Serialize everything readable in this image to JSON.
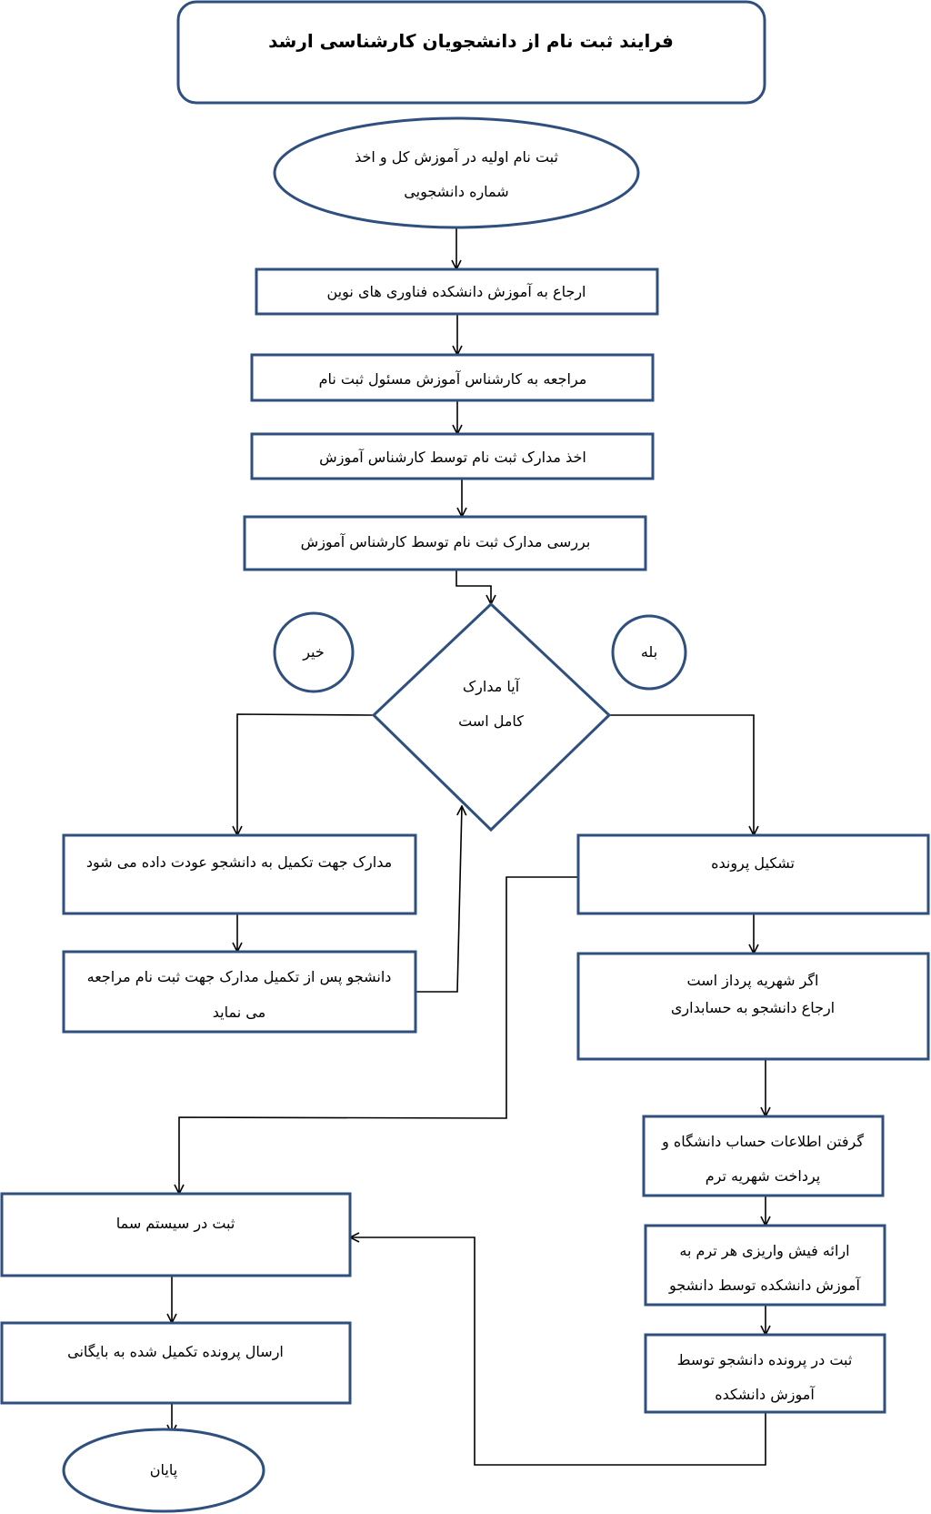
{
  "title": "فرایند ثبت نام از دانشجویان کارشناسی ارشد",
  "colors": {
    "border": "#2f4f7f",
    "arrow": "#000000",
    "text": "#000000",
    "background": "#ffffff"
  },
  "nodes": {
    "start": [
      "ثبت نام اولیه در آموزش کل و اخذ",
      "شماره دانشجویی"
    ],
    "step1": [
      "ارجاع به آموزش دانشکده فناوری های نوین"
    ],
    "step2": [
      "مراجعه به کارشناس آموزش مسئول ثبت نام"
    ],
    "step3": [
      "اخذ مدارک ثبت نام توسط کارشناس آموزش"
    ],
    "step4": [
      "بررسی مدارک ثبت نام توسط کارشناس آموزش"
    ],
    "decision": [
      "آیا مدارک",
      "کامل است"
    ],
    "no_label": [
      "خیر"
    ],
    "yes_label": [
      "بله"
    ],
    "return_docs": [
      "مدارک جهت تکمیل به دانشجو عودت داده می شود"
    ],
    "student_returns": [
      "دانشجو پس از تکمیل مدارک جهت ثبت نام مراجعه",
      "می نماید"
    ],
    "make_file": [
      "تشکیل پرونده"
    ],
    "tuition": [
      "اگر شهریه پرداز است",
      "",
      "ارجاع دانشجو به حسابداری"
    ],
    "account_info": [
      "گرفتن اطلاعات حساب دانشگاه و",
      "پرداخت شهریه ترم"
    ],
    "receipt": [
      "ارائه فیش واریزی هر ترم به",
      "آموزش دانشکده توسط دانشجو"
    ],
    "record": [
      "ثبت در پرونده دانشجو توسط",
      "آموزش دانشکده"
    ],
    "sama": [
      "ثبت در سیستم سما"
    ],
    "archive": [
      "ارسال پرونده تکمیل شده به بایگانی"
    ],
    "end": [
      "پایان"
    ]
  }
}
